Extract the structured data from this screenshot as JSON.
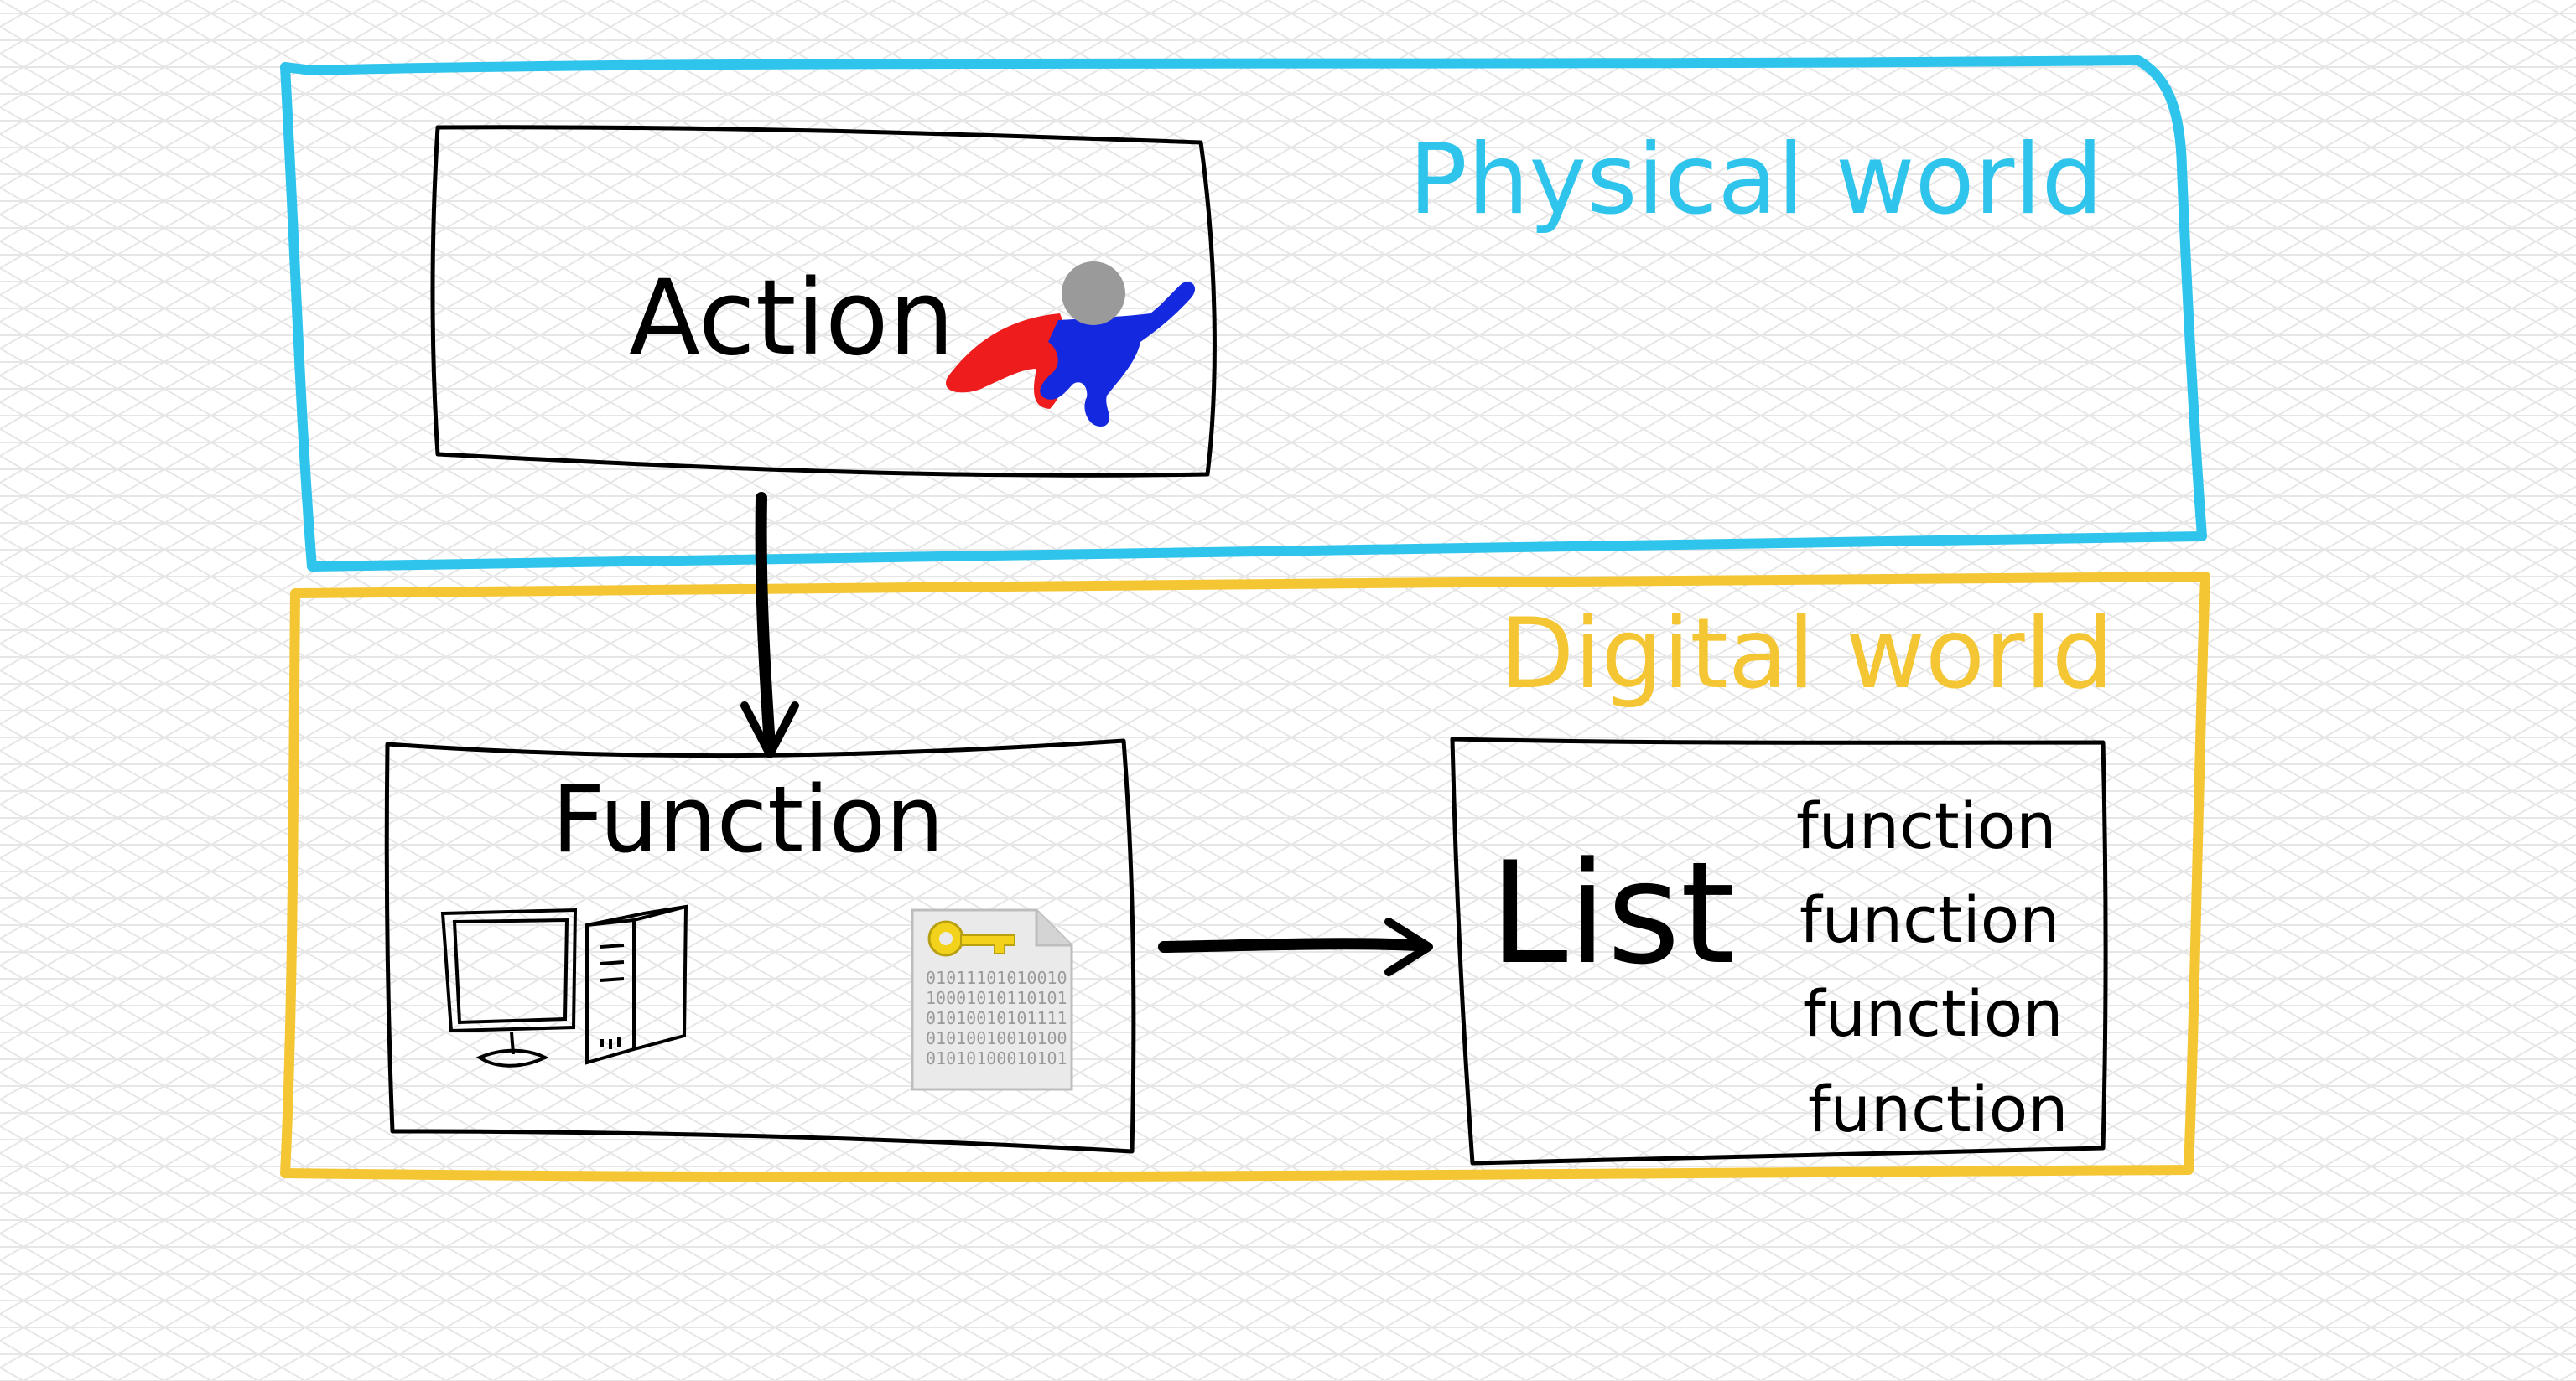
{
  "regions": {
    "physical": {
      "label": "Physical world",
      "color": "#2EC4EC"
    },
    "digital": {
      "label": "Digital world",
      "color": "#F5C633"
    }
  },
  "nodes": {
    "action": {
      "label": "Action",
      "icon": "superhero-icon"
    },
    "function": {
      "label": "Function",
      "icons": [
        "computer-monitor-icon",
        "computer-tower-icon",
        "binary-key-file-icon"
      ]
    },
    "list": {
      "label": "List",
      "items": [
        "function",
        "function",
        "function",
        "function"
      ]
    }
  },
  "key_file": {
    "binary_lines": [
      "01011101010010",
      "10001010110101",
      "01010010101111",
      "01010010010100",
      "01010100010101"
    ]
  },
  "colors": {
    "ink": "#000000",
    "hero_body": "#1428E0",
    "hero_cape": "#EE1C1C",
    "hero_head": "#9A9A9A",
    "key": "#F2D21B",
    "grid": "#E8E8E8"
  }
}
